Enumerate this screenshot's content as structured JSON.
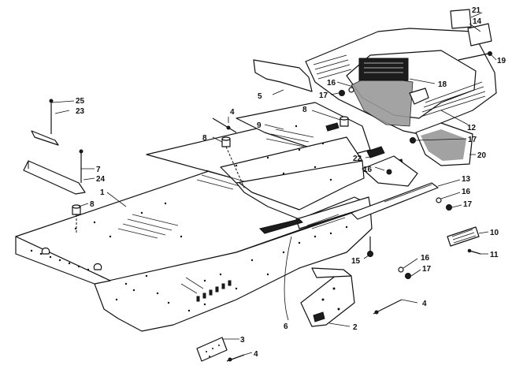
{
  "diagram": {
    "callouts": [
      {
        "id": "c1",
        "label": "1"
      },
      {
        "id": "c2",
        "label": "2"
      },
      {
        "id": "c3",
        "label": "3"
      },
      {
        "id": "c4a",
        "label": "4"
      },
      {
        "id": "c4b",
        "label": "4"
      },
      {
        "id": "c4c",
        "label": "4"
      },
      {
        "id": "c5",
        "label": "5"
      },
      {
        "id": "c6",
        "label": "6"
      },
      {
        "id": "c7",
        "label": "7"
      },
      {
        "id": "c8a",
        "label": "8"
      },
      {
        "id": "c8b",
        "label": "8"
      },
      {
        "id": "c8c",
        "label": "8"
      },
      {
        "id": "c9",
        "label": "9"
      },
      {
        "id": "c10",
        "label": "10"
      },
      {
        "id": "c11",
        "label": "11"
      },
      {
        "id": "c12",
        "label": "12"
      },
      {
        "id": "c13",
        "label": "13"
      },
      {
        "id": "c14",
        "label": "14"
      },
      {
        "id": "c15",
        "label": "15"
      },
      {
        "id": "c16a",
        "label": "16"
      },
      {
        "id": "c16b",
        "label": "16"
      },
      {
        "id": "c16c",
        "label": "16"
      },
      {
        "id": "c16d",
        "label": "16"
      },
      {
        "id": "c17a",
        "label": "17"
      },
      {
        "id": "c17b",
        "label": "17"
      },
      {
        "id": "c17c",
        "label": "17"
      },
      {
        "id": "c17d",
        "label": "17"
      },
      {
        "id": "c18",
        "label": "18"
      },
      {
        "id": "c19",
        "label": "19"
      },
      {
        "id": "c20",
        "label": "20"
      },
      {
        "id": "c21",
        "label": "21"
      },
      {
        "id": "c22",
        "label": "22"
      },
      {
        "id": "c23",
        "label": "23"
      },
      {
        "id": "c24",
        "label": "24"
      },
      {
        "id": "c25",
        "label": "25"
      }
    ]
  }
}
